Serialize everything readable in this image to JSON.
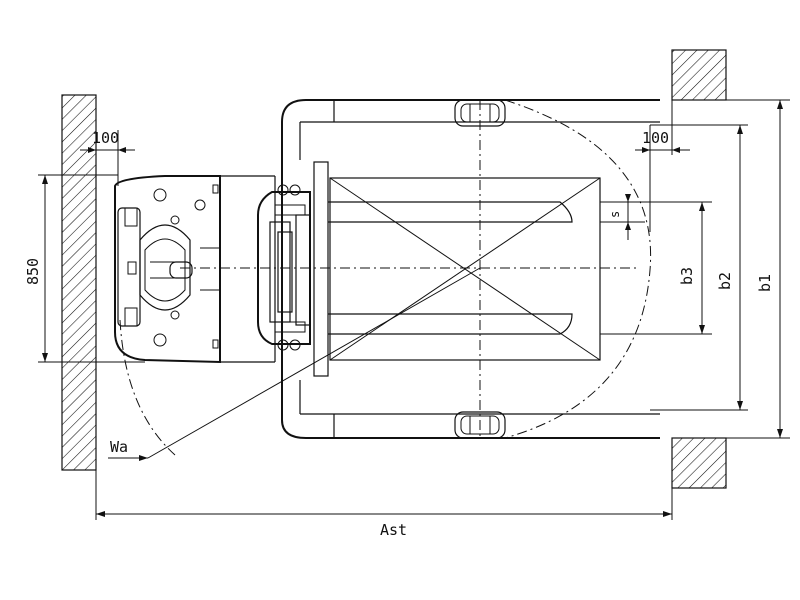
{
  "labels": {
    "dim_100_left": "100",
    "dim_100_right": "100",
    "dim_850": "850",
    "dim_s": "s",
    "dim_b3": "b3",
    "dim_b2": "b2",
    "dim_b1": "b1",
    "dim_wa": "Wa",
    "dim_ast": "Ast"
  }
}
